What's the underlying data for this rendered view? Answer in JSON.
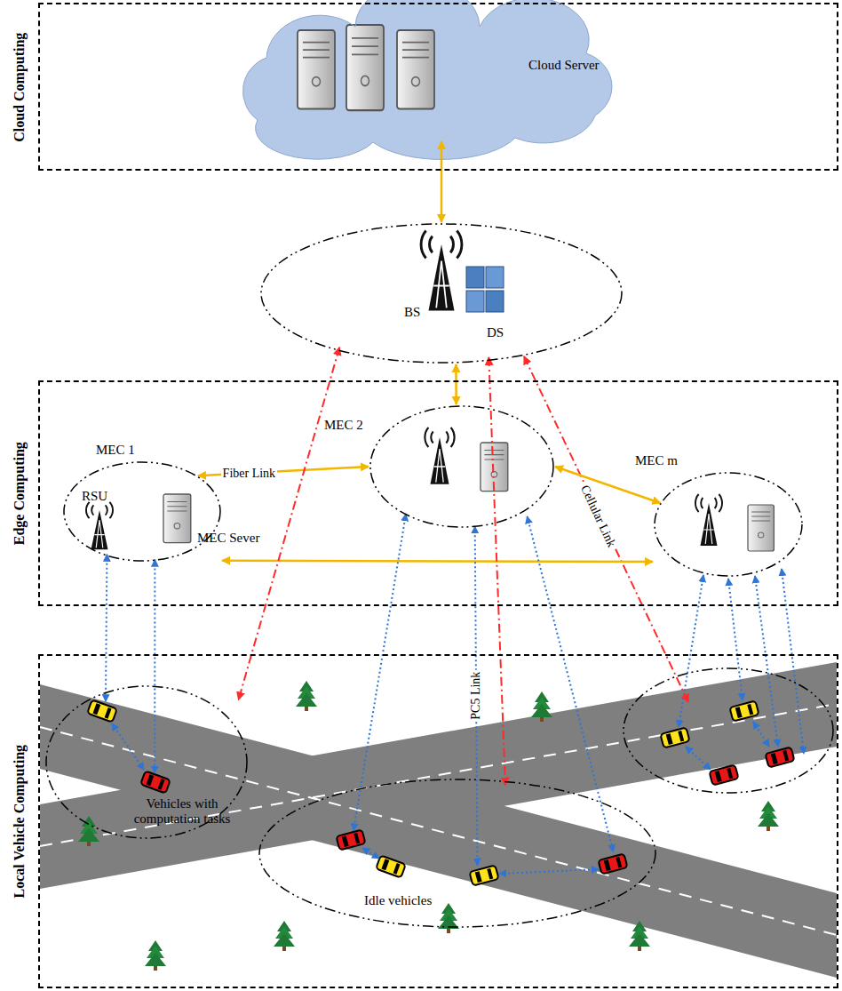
{
  "diagram": {
    "nodes": [
      {
        "text": [
          "Cloud Computing"
        ]
      },
      {
        "text": [
          "Cloud Server"
        ],
        "in": 0
      },
      {
        "text": [
          "BS",
          "DS"
        ]
      },
      {
        "text": [
          "Edge Computing"
        ]
      },
      {
        "text": [
          "MEC 1",
          "RSU",
          "MEC Sever"
        ],
        "in": 3
      },
      {
        "text": [
          "MEC 2"
        ],
        "in": 3
      },
      {
        "text": [
          "MEC m"
        ],
        "in": 3
      },
      {
        "text": [
          "Local Vehicle Computing"
        ]
      },
      {
        "text": [
          "Vehicles with computation tasks"
        ],
        "in": 7
      },
      {
        "text": [
          "Idle vehicles"
        ],
        "in": 7
      }
    ],
    "edges": [
      {
        "from": 1,
        "to": 2,
        "arrow": "both"
      },
      {
        "from": 2,
        "to": 5,
        "arrow": "both"
      },
      {
        "from": 4,
        "to": 5,
        "arrow": "both",
        "label": "Fiber Link"
      },
      {
        "from": 5,
        "to": 6,
        "arrow": "both"
      },
      {
        "from": 4,
        "to": 6,
        "arrow": "both"
      },
      {
        "from": 4,
        "to": 8,
        "arrow": "both"
      },
      {
        "from": 4,
        "to": 8,
        "arrow": "both"
      },
      {
        "from": 2,
        "to": 8,
        "arrow": "both"
      },
      {
        "from": 2,
        "to": 9,
        "arrow": "both"
      },
      {
        "from": 5,
        "to": 9,
        "arrow": "both",
        "label": "PC5 Link"
      },
      {
        "from": 5,
        "to": 9,
        "arrow": "both"
      },
      {
        "from": 5,
        "to": 9,
        "arrow": "both"
      }
    ],
    "labels": [
      "Cellular Link"
    ]
  }
}
